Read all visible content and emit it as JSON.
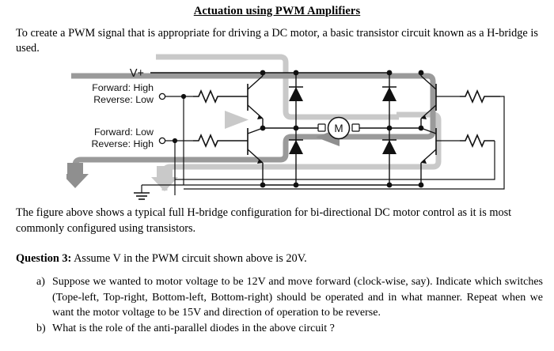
{
  "document": {
    "title": "Actuation using PWM Amplifiers",
    "intro_paragraph": "To create a PWM signal that is appropriate for driving a DC motor, a basic transistor circuit known as a H-bridge is used.",
    "caption_paragraph": "The figure above shows a typical full H-bridge configuration for bi-directional DC motor control as it is most commonly configured using transistors.",
    "question_label": "Question 3:",
    "question_text": " Assume V in the PWM circuit shown above is 20V.",
    "list": [
      {
        "marker": "a)",
        "text": "Suppose we wanted to motor voltage to be 12V and move forward (clock-wise, say). Indicate which switches (Tope-left, Top-right, Bottom-left, Bottom-right) should be operated and in what manner. Repeat when we want the motor voltage to be 15V and direction of operation to be reverse."
      },
      {
        "marker": "b)",
        "text": "What is the role of the anti-parallel diodes in the above circuit ?"
      }
    ]
  },
  "figure": {
    "supply_label": "V+",
    "input_top": {
      "line1": "Forward: High",
      "line2": "Reverse: Low"
    },
    "input_bottom": {
      "line1": "Forward: Low",
      "line2": "Reverse: High"
    },
    "motor_symbol": "M",
    "colors": {
      "wire": "#111111",
      "forward_path": "#c9c9c9",
      "reverse_path": "#9a9a9a",
      "background": "#ffffff"
    }
  }
}
